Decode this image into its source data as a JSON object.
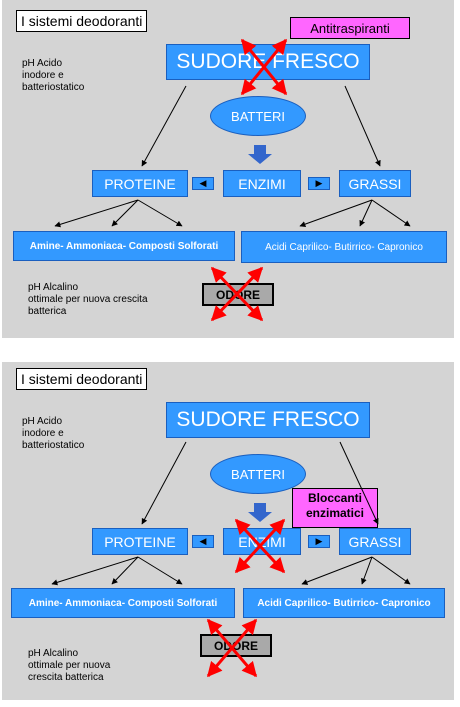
{
  "panel1": {
    "title": "I sistemi deodoranti",
    "note_acid": "pH Acido\ninodore e\nbatteriostatico",
    "sudore": "SUDORE FRESCO",
    "batteri": "BATTERI",
    "proteine": "PROTEINE",
    "enzimi": "ENZIMI",
    "grassi": "GRASSI",
    "amine": "Amine- Ammoniaca- Composti Solforati",
    "acidi": "Acidi Caprilico- Butirrico- Capronico",
    "note_alk": "pH Alcalino\nottimale per nuova crescita\nbatterica",
    "odore": "ODORE",
    "tag": "Antitraspiranti"
  },
  "panel2": {
    "title": "I sistemi deodoranti",
    "note_acid": "pH Acido\ninodore e\nbatteriostatico",
    "sudore": "SUDORE FRESCO",
    "batteri": "BATTERI",
    "proteine": "PROTEINE",
    "enzimi": "ENZIMI",
    "grassi": "GRASSI",
    "amine": "Amine- Ammoniaca- Composti Solforati",
    "acidi": "Acidi Caprilico- Butirrico- Capronico",
    "note_alk": "pH Alcalino\nottimale per nuova\ncrescita batterica",
    "odore": "ODORE",
    "tag": "Bloccanti\nenzimatici"
  },
  "colors": {
    "box": "#3399ff",
    "tag": "#ff66ff",
    "cross": "#ff0000",
    "panel": "#d4d4d4"
  }
}
